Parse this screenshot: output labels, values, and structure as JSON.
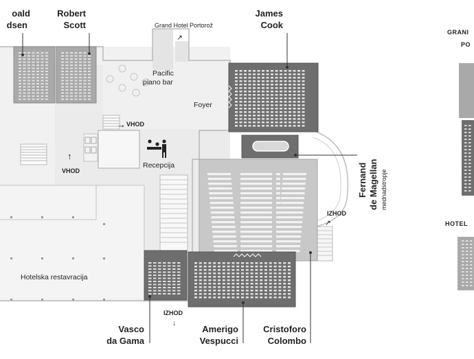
{
  "labels": {
    "amundsen_line1": "oald",
    "amundsen_line2": "dsen",
    "scott_line1": "Robert",
    "scott_line2": "Scott",
    "grand_hotel": "Grand Hotel Portorož",
    "cook_line1": "James",
    "cook_line2": "Cook",
    "pacific_line1": "Pacific",
    "pacific_line2": "piano bar",
    "foyer": "Foyer",
    "vhod_top": "VHOD",
    "vhod_left": "VHOD",
    "recepcija": "Recepcija",
    "magellan_line1": "Fernand",
    "magellan_line2": "de Magellan",
    "magellan_line3": "mednadstropje",
    "izhod_right": "IZHOD",
    "restaurant": "Hotelska restavracija",
    "izhod_bottom": "IZHOD",
    "vasco_line1": "Vasco",
    "vasco_line2": "da Gama",
    "vespucci_line1": "Amerigo",
    "vespucci_line2": "Vespucci",
    "colombo_line1": "Cristoforo",
    "colombo_line2": "Colombo",
    "right_grand_line1": "GRANI",
    "right_grand_line2": "PO",
    "right_hotel": "HOTEL"
  },
  "colors": {
    "room_dark": "#6e6e6e",
    "room_mid": "#a9a9a9",
    "room_light": "#c8c8c8",
    "corridor": "#ececec",
    "chairs": "#e2e2e2"
  },
  "icons": {
    "arrow_right": "→",
    "arrow_up": "↑",
    "arrow_down": "↓",
    "arrow_diag": "↗",
    "reception": "reception-icon"
  }
}
